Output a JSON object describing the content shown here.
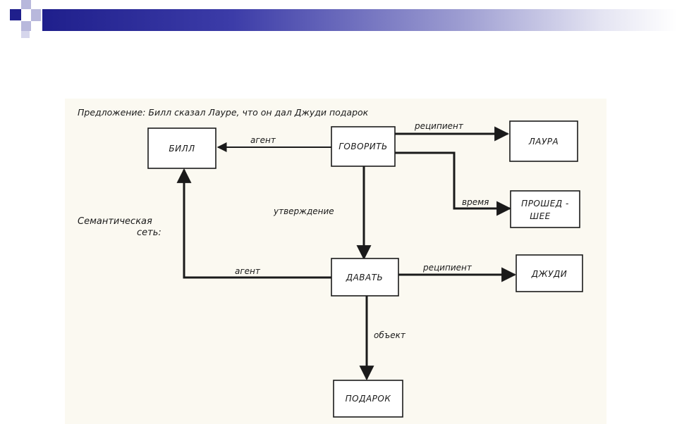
{
  "colors": {
    "header_start": "#1f1f8c",
    "ink": "#1a1a1a",
    "scan_bg": "#fbf9f1"
  },
  "diagram": {
    "sentence": "Предложение: Билл сказал Лауре, что он дал Джуди подарок",
    "side_label_line1": "Семантическая",
    "side_label_line2": "сеть:",
    "nodes": {
      "bill": "БИЛЛ",
      "govorit": "ГОВОРИТЬ",
      "laura": "ЛАУРА",
      "proshed_line1": "ПРОШЕД -",
      "proshed_line2": "ШЕЕ",
      "davat": "ДАВАТЬ",
      "judi": "ДЖУДИ",
      "podarok": "ПОДАРОК"
    },
    "edges": {
      "agent_top": "агент",
      "recipient_top": "реципиент",
      "vremya": "время",
      "utverzhdenie": "утверждение",
      "agent_bottom": "агент",
      "recipient_bottom": "реципиент",
      "object": "объект"
    }
  }
}
